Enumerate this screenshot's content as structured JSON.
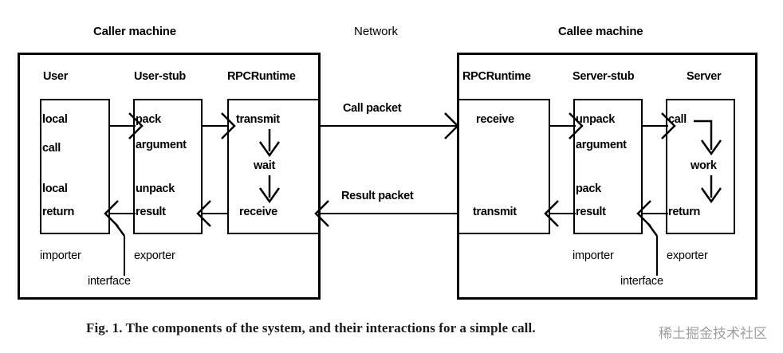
{
  "figure": {
    "caption": "Fig. 1.   The components of the system, and their interactions for a simple call.",
    "watermark": "稀土掘金技术社区"
  },
  "titles": {
    "caller_machine": "Caller machine",
    "network": "Network",
    "callee_machine": "Callee machine"
  },
  "caller": {
    "columns": [
      {
        "head": "User",
        "role": "importer",
        "lines": [
          "local",
          "call",
          "local",
          "return"
        ]
      },
      {
        "head": "User-stub",
        "role": "exporter",
        "lines": [
          "pack",
          "argument",
          "unpack",
          "result"
        ]
      },
      {
        "head": "RPCRuntime",
        "role": "",
        "lines": [
          "transmit",
          "wait",
          "receive"
        ]
      }
    ],
    "interface_label": "interface"
  },
  "callee": {
    "columns": [
      {
        "head": "RPCRuntime",
        "role": "",
        "lines": [
          "receive",
          "transmit"
        ]
      },
      {
        "head": "Server-stub",
        "role": "importer",
        "lines": [
          "unpack",
          "argument",
          "pack",
          "result"
        ]
      },
      {
        "head": "Server",
        "role": "exporter",
        "lines": [
          "call",
          "work",
          "return"
        ]
      }
    ],
    "interface_label": "interface"
  },
  "network_links": [
    {
      "label": "Call packet",
      "direction": "right"
    },
    {
      "label": "Result packet",
      "direction": "left"
    }
  ],
  "colors": {
    "ink": "#000000",
    "paper": "#ffffff",
    "watermark": "#8e8e8e"
  }
}
